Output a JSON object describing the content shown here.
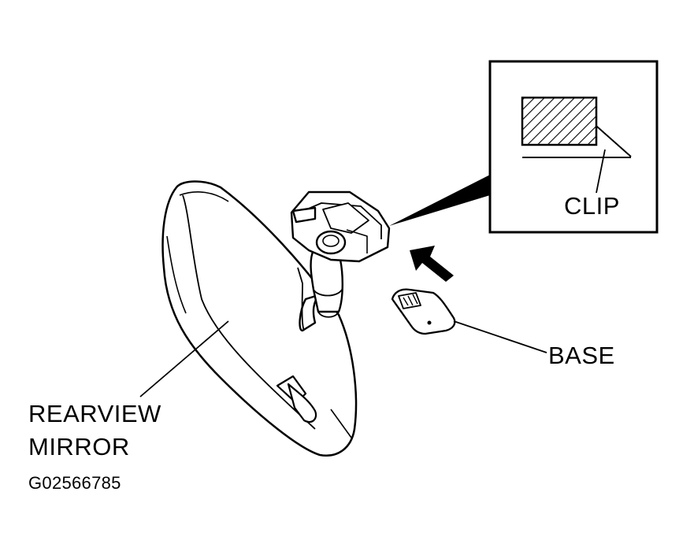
{
  "labels": {
    "clip": "CLIP",
    "base": "BASE",
    "mirror_line1": "REARVIEW",
    "mirror_line2": "MIRROR",
    "figure_code": "G02566785"
  },
  "colors": {
    "ink": "#000000",
    "paper": "#ffffff"
  }
}
